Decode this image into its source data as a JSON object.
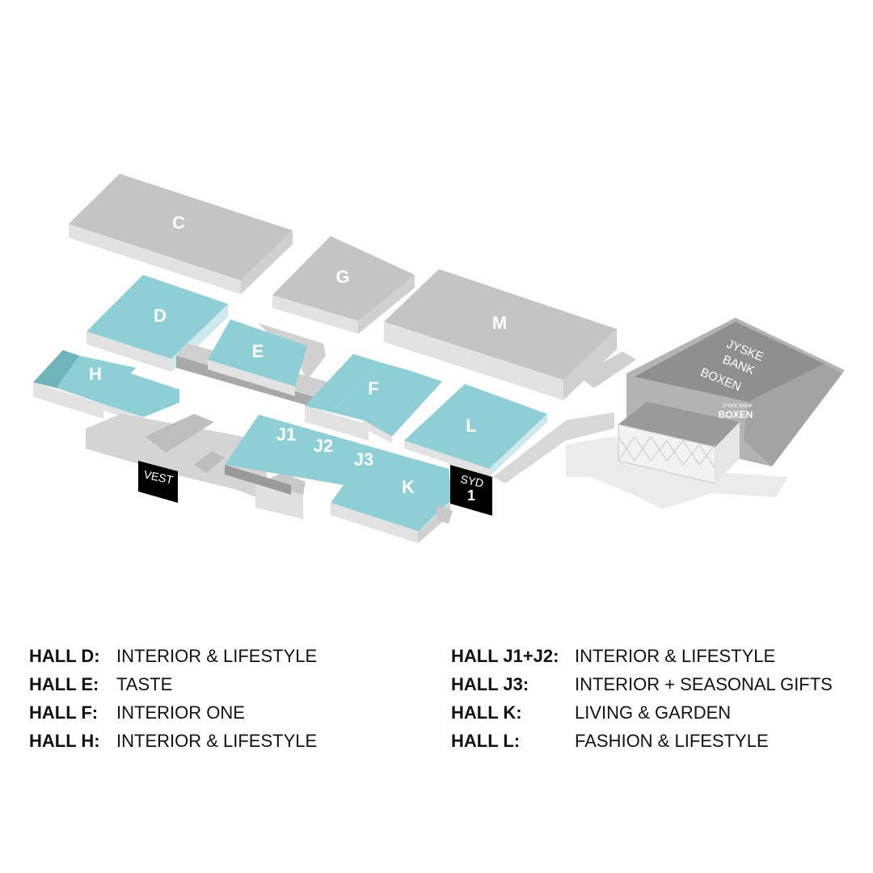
{
  "colors": {
    "exhibition_hall": "#8ecfd6",
    "exhibition_hall_side": "#6fb3bb",
    "other_building": "#c4c4c4",
    "other_building_side": "#e2e2e2",
    "arena_roof": "#8f8f8f",
    "gate": "#000000",
    "label": "#ffffff"
  },
  "map": {
    "halls": {
      "c": "C",
      "g": "G",
      "m": "M",
      "d": "D",
      "e": "E",
      "h": "H",
      "f": "F",
      "l": "L",
      "j1": "J1",
      "j2": "J2",
      "j3": "J3",
      "k": "K"
    },
    "gates": {
      "vest": "VEST",
      "syd": "SYD",
      "syd_number": "1"
    },
    "arena": {
      "line1": "JYSKE",
      "line2": "BANK",
      "line3": "BOXEN",
      "sign_small": "JYSKE BANK",
      "sign": "BOXEN"
    }
  },
  "legend": {
    "left": [
      {
        "hall": "HALL D:",
        "desc": "INTERIOR & LIFESTYLE"
      },
      {
        "hall": "HALL E:",
        "desc": "TASTE"
      },
      {
        "hall": "HALL F:",
        "desc": "INTERIOR ONE"
      },
      {
        "hall": "HALL H:",
        "desc": "INTERIOR & LIFESTYLE"
      }
    ],
    "right": [
      {
        "hall": "HALL J1+J2:",
        "desc": "INTERIOR & LIFESTYLE"
      },
      {
        "hall": "HALL J3:",
        "desc": "INTERIOR + SEASONAL GIFTS"
      },
      {
        "hall": "HALL K:",
        "desc": "LIVING & GARDEN"
      },
      {
        "hall": "HALL L:",
        "desc": "FASHION & LIFESTYLE"
      }
    ]
  }
}
